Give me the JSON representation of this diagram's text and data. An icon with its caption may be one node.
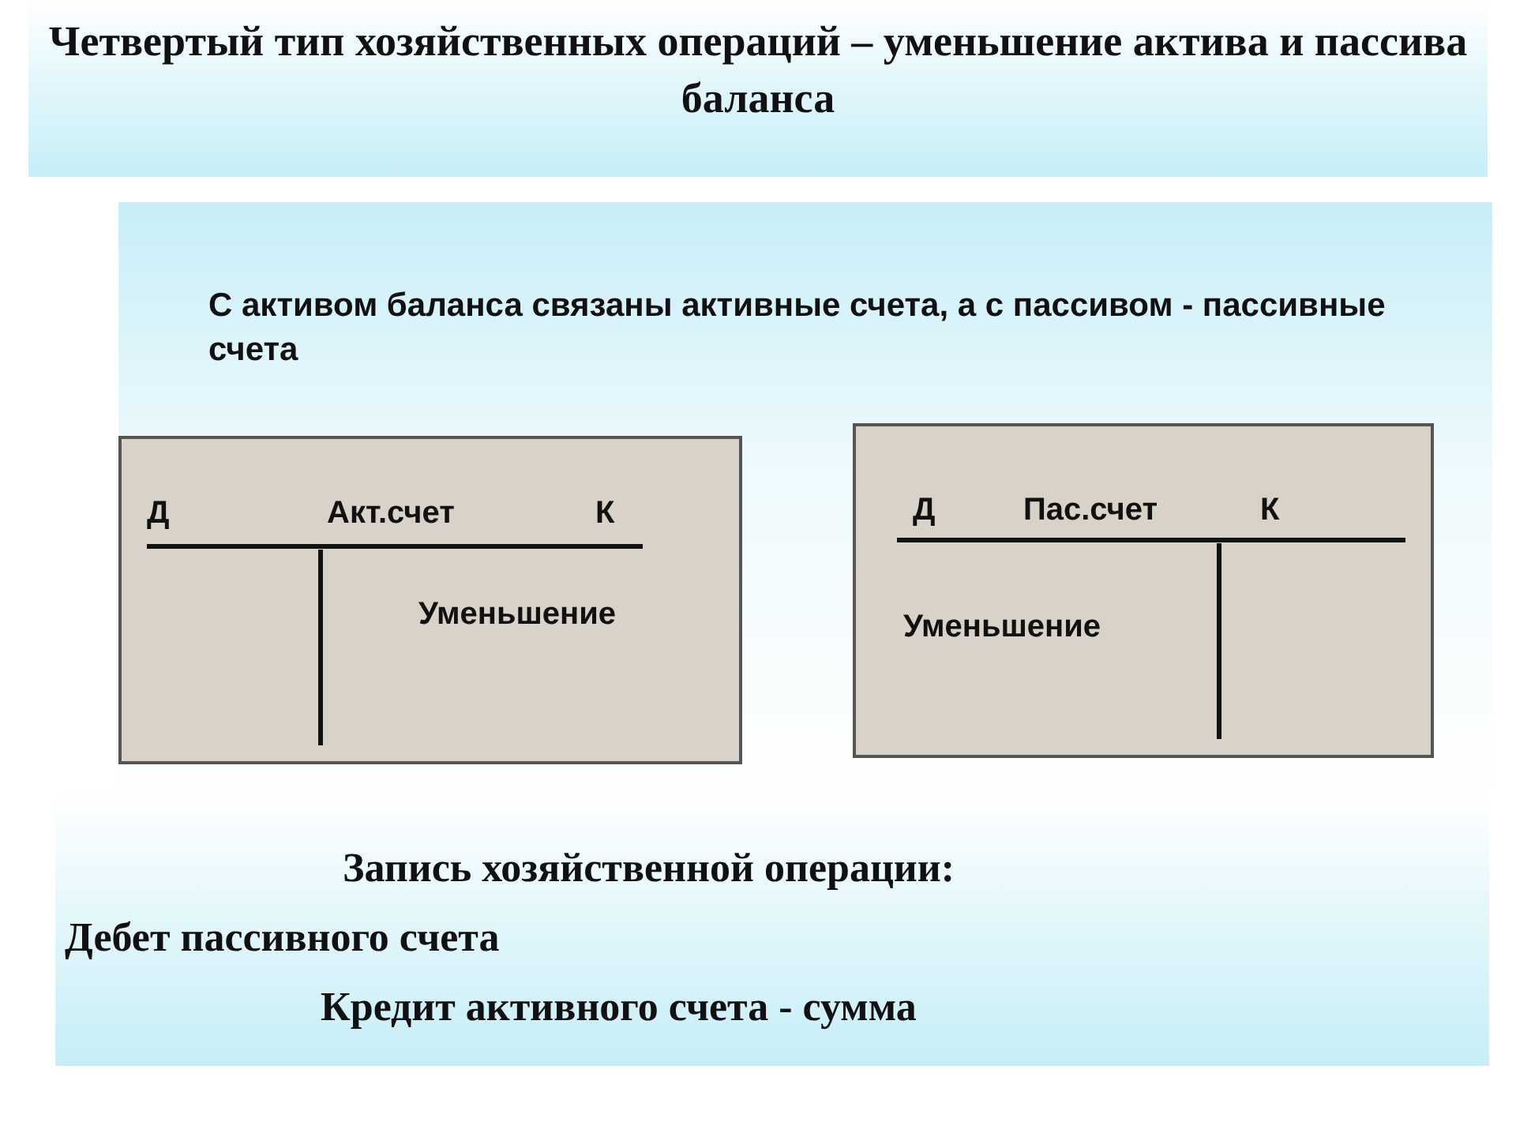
{
  "diagram": {
    "nodes": [
      {
        "text": [
          "Четвертый тип хозяйственных операций – уменьшение актива и пассива баланса"
        ]
      },
      {
        "text": [
          "С активом баланса связаны активные счета, а с пассивом - пассивные счета"
        ]
      },
      {
        "text": [
          "Д",
          "Акт.счет",
          "К",
          "Уменьшение"
        ],
        "in": 1
      },
      {
        "text": [
          "Д",
          "Пас.счет",
          "К",
          "Уменьшение"
        ],
        "in": 1
      },
      {
        "text": [
          "Запись хозяйственной операции:",
          "Дебет пассивного счета",
          "Кредит активного счета - сумма"
        ]
      }
    ]
  }
}
